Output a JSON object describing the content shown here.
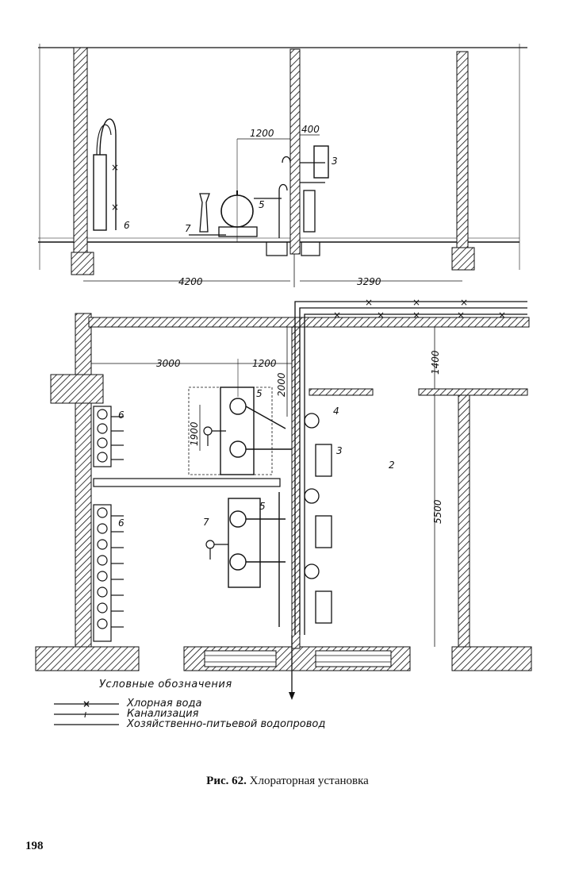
{
  "elevation": {
    "dims": {
      "d1200": "1200",
      "d400": "400",
      "d4200": "4200",
      "d3290": "3290"
    },
    "callouts": {
      "c3": "3",
      "c5": "5",
      "c6": "6",
      "c7": "7"
    }
  },
  "plan": {
    "dims": {
      "d3000": "3000",
      "d1200": "1200",
      "d2000": "2000",
      "d1400": "1400",
      "d1900": "1900",
      "d5500": "5500"
    },
    "callouts": {
      "c2": "2",
      "c3": "3",
      "c4": "4",
      "c5a": "5",
      "c5b": "5",
      "c6a": "6",
      "c6b": "6",
      "c7": "7"
    }
  },
  "legend": {
    "title": "Условные обозначения",
    "items": [
      {
        "line_marker": "×",
        "label": "Хлорная вода"
      },
      {
        "line_marker": "ı",
        "label": "Канализация"
      },
      {
        "line_marker": "",
        "label": "Хозяйственно-питьевой водопровод"
      }
    ]
  },
  "caption": {
    "number": "Рис. 62.",
    "text": "Хлораторная установка"
  },
  "page_number": "198"
}
